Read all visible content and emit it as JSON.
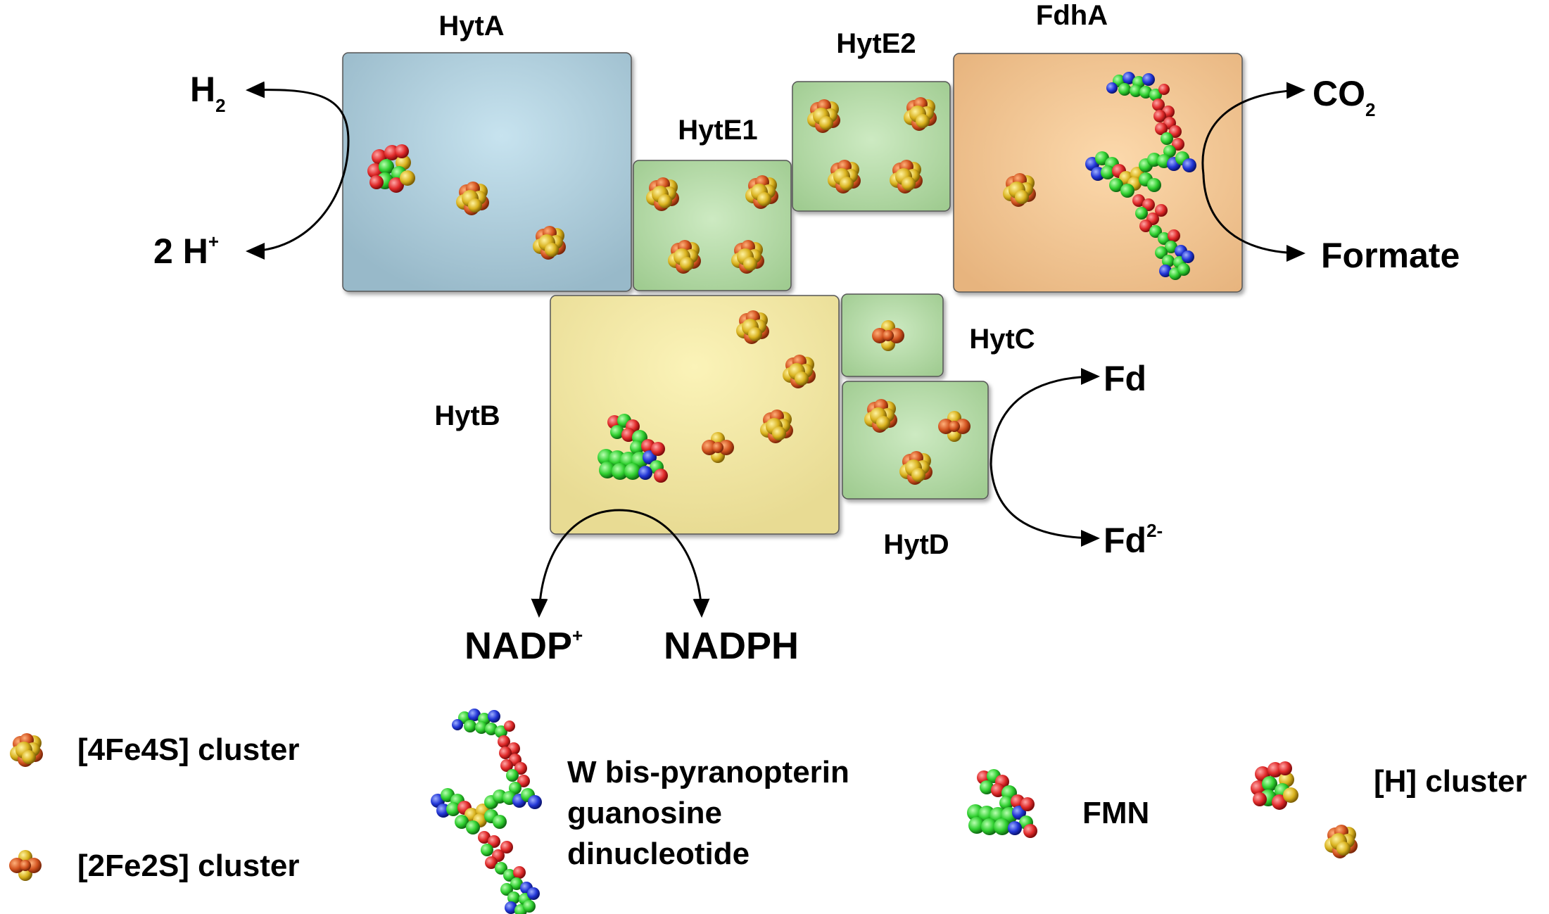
{
  "subunits": {
    "hyta": "HytA",
    "hyte1": "HytE1",
    "hyte2": "HytE2",
    "fdha": "FdhA",
    "hytb": "HytB",
    "hytc": "HytC",
    "hytd": "HytD"
  },
  "reactions": {
    "h2": {
      "main": "H",
      "sub": "2"
    },
    "protons": {
      "main": "2 H",
      "sup": "+"
    },
    "co2": {
      "main": "CO",
      "sub": "2"
    },
    "formate": "Formate",
    "fd": "Fd",
    "fd_reduced": {
      "main": "Fd",
      "sup": "2-"
    },
    "nadp": {
      "main": "NADP",
      "sup": "+"
    },
    "nadph": "NADPH"
  },
  "legend": {
    "fe4s4": "[4Fe4S] cluster",
    "fe2s2": "[2Fe2S] cluster",
    "w_cofactor": [
      "W bis-pyranopterin",
      "guanosine",
      "dinucleotide"
    ],
    "fmn": "FMN",
    "h_cluster": "[H] cluster"
  },
  "colors": {
    "hyta_box": "#a9c7d6",
    "hyte_box": "#b5d9a8",
    "fdha_box": "#efc48f",
    "hytb_box": "#f1e6a4",
    "iron": "#d2531f",
    "sulfur": "#d9b21e",
    "carbon": "#2fcf2f",
    "oxygen": "#e02a2a",
    "nitrogen": "#2236d6"
  }
}
